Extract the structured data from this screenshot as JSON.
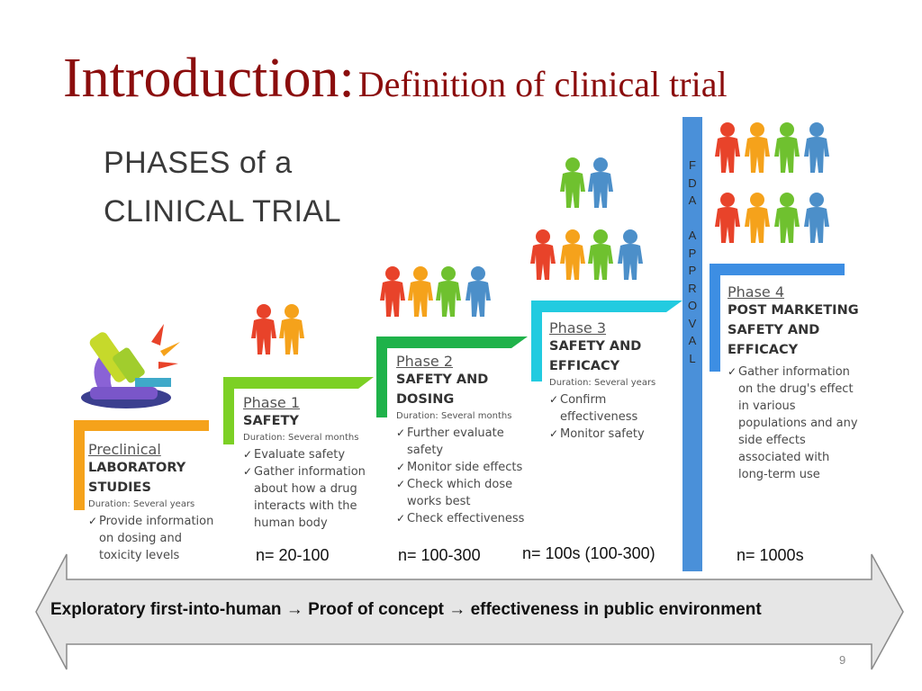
{
  "title": {
    "main": "Introduction:",
    "sub": "Definition of clinical trial"
  },
  "diagram_heading": {
    "line1": "PHASES of a",
    "line2": "CLINICAL TRIAL"
  },
  "stages": [
    {
      "name": "Preclinical",
      "subtitle": [
        "LABORATORY",
        "STUDIES"
      ],
      "duration": "Duration: Several years",
      "items": [
        "Provide information on dosing and toxicity levels"
      ],
      "count": "",
      "color": "#f5a21b"
    },
    {
      "name": "Phase 1",
      "subtitle": [
        "SAFETY"
      ],
      "duration": "Duration: Several months",
      "items": [
        "Evaluate safety",
        "Gather information about how a drug interacts with the human body"
      ],
      "count": "n= 20-100",
      "color": "#7cd025"
    },
    {
      "name": "Phase 2",
      "subtitle": [
        "SAFETY AND",
        "DOSING"
      ],
      "duration": "Duration: Several months",
      "items": [
        "Further evaluate safety",
        "Monitor side effects",
        "Check which dose works best",
        "Check effectiveness"
      ],
      "count": "n= 100-300",
      "color": "#1fb24a"
    },
    {
      "name": "Phase 3",
      "subtitle": [
        "SAFETY AND",
        "EFFICACY"
      ],
      "duration": "Duration: Several years",
      "items": [
        "Confirm effectiveness",
        "Monitor safety"
      ],
      "count": "n= 100s (100-300)",
      "color": "#22cbe0"
    },
    {
      "name": "Phase 4",
      "subtitle": [
        "POST MARKETING",
        "SAFETY AND",
        "EFFICACY"
      ],
      "duration": "",
      "items": [
        "Gather information on the drug's effect in various populations and any side effects associated with long-term use"
      ],
      "count": "n= 1000s",
      "color": "#3d8ee3"
    }
  ],
  "fda_letters": [
    "F",
    "D",
    "A",
    "",
    "A",
    "P",
    "P",
    "R",
    "O",
    "V",
    "A",
    "L"
  ],
  "bottom_arrow": "Exploratory first-into-human → Proof of concept → effectiveness in public environment",
  "page_number": "9",
  "colors": {
    "title": "#8b0d0d",
    "fda_bar": "#4a90d9",
    "figure_red": "#e8432a",
    "figure_orange": "#f5a21b",
    "figure_green": "#6fc12f",
    "figure_blue": "#4c8fc9",
    "arrow_fill": "#e6e6e6"
  },
  "icons": [
    "microscope-icon",
    "person-icon",
    "checkmark-icon"
  ]
}
